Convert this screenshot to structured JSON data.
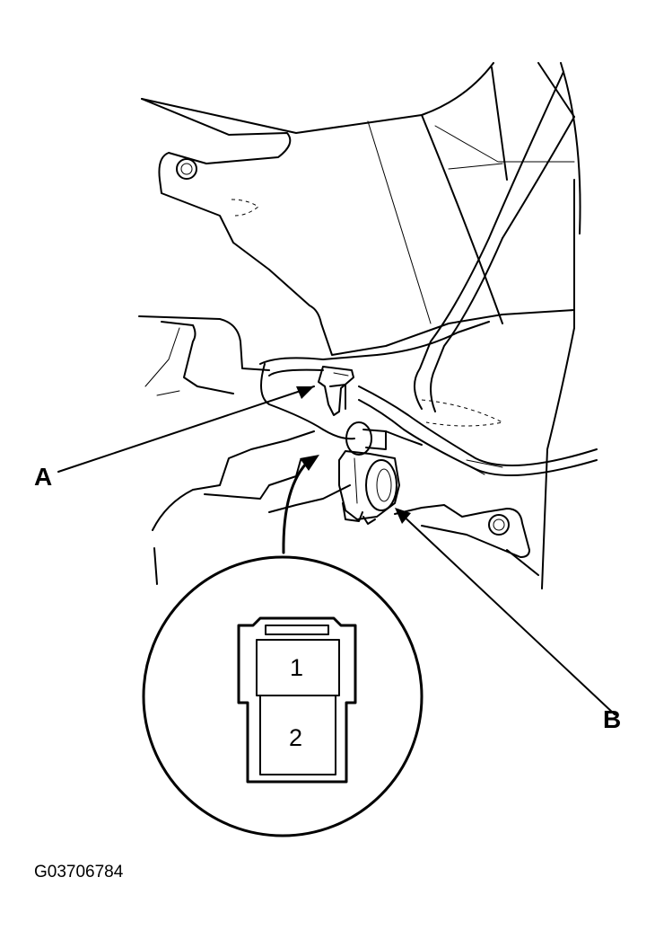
{
  "callouts": {
    "a": "A",
    "b": "B"
  },
  "connector_pins": {
    "pin1": "1",
    "pin2": "2"
  },
  "figure_id": "G03706784"
}
